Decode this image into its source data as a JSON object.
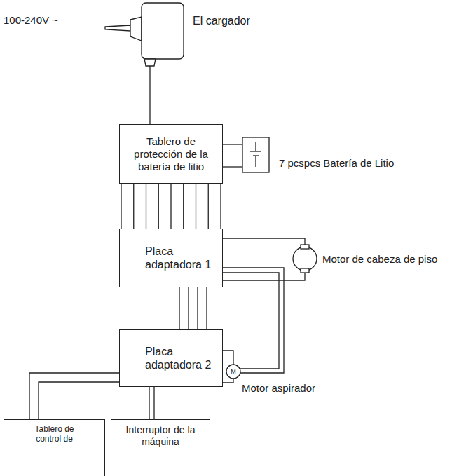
{
  "diagram": {
    "nodes": [
      {
        "text": [
          "Tablero de protección de la batería de litio"
        ]
      },
      {
        "text": [
          "Placa adaptadora 1"
        ]
      },
      {
        "text": [
          "Placa adaptadora 2"
        ]
      },
      {
        "text": [
          "Tablero de control de"
        ]
      },
      {
        "text": [
          "Interruptor de la máquina"
        ]
      }
    ],
    "edges": [
      {
        "from": 0,
        "to": 1,
        "arrow": "none"
      },
      {
        "from": 1,
        "to": 2,
        "arrow": "none"
      },
      {
        "from": 2,
        "to": 3,
        "arrow": "none"
      },
      {
        "from": 2,
        "to": 4,
        "arrow": "none"
      }
    ],
    "labels": [
      "100-240V ~",
      "El cargador",
      "7 pcspcs Batería de Litio",
      "Motor de cabeza de piso",
      "Motor aspirador",
      "M"
    ]
  }
}
